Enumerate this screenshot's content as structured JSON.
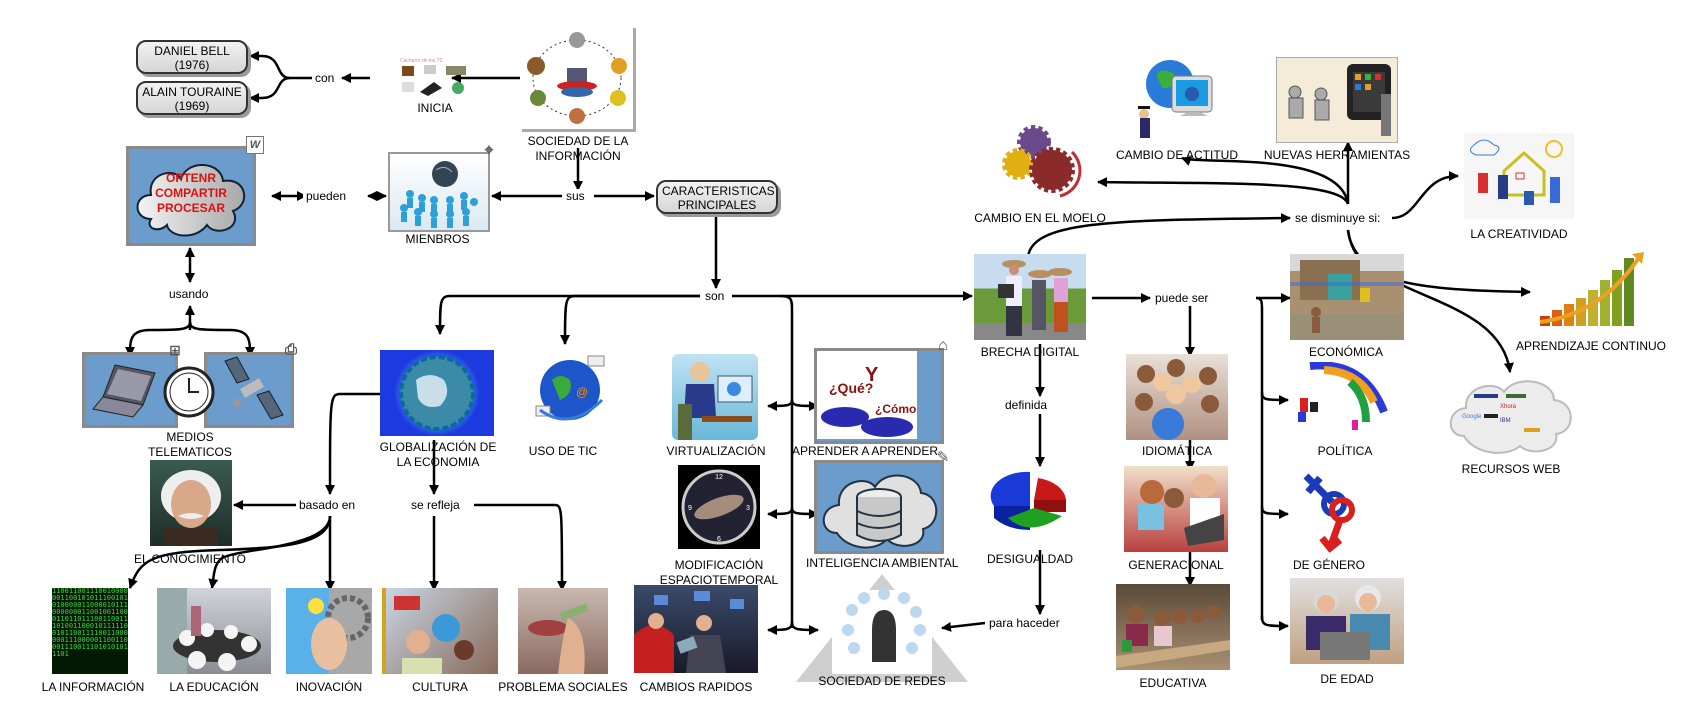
{
  "diagram": {
    "type": "concept-map",
    "nodes": {
      "sociedad_info": {
        "label": "SOCIEDAD DE LA INFORMACIÓN",
        "icon": "network-people-image"
      },
      "inicia": {
        "label": "INICIA",
        "caption": "Cacharro de los 70",
        "icon": "vintage-devices-image"
      },
      "daniel_bell": {
        "label": "DANIEL BELL (1976)"
      },
      "alain_touraine": {
        "label": "ALAIN TOURAINE (1969)"
      },
      "optenr": {
        "lines": [
          "OPTENR",
          "COMPARTIR",
          "PROCESAR"
        ],
        "icon": "cloud-icon",
        "corner_icon": "word-document-icon",
        "corner_text": "W"
      },
      "mienbros": {
        "label": "MIENBROS",
        "icon": "crowd-globe-image",
        "corner_icon": "connection-icon"
      },
      "caracteristicas": {
        "label": "CARACTERISTICAS PRINCIPALES"
      },
      "medios": {
        "label": "MEDIOS TELEMATICOS",
        "icons": [
          "laptop-icon",
          "clock-icon",
          "satellite-icon",
          "printer-icon",
          "org-chart-icon"
        ]
      },
      "globalizacion": {
        "label": "GLOBALIZACIÓN DE LA ECONOMIA",
        "icon": "globe-image"
      },
      "uso_tic": {
        "label": "USO DE TIC",
        "icon": "globe-tic-image"
      },
      "virtualizacion": {
        "label": "VIRTUALIZACIÓN",
        "icon": "person-computer-image"
      },
      "aprender": {
        "label": "APRENDER A APRENDER",
        "icon": "learn-cartoon-image",
        "corner_icon": "house-icon"
      },
      "modificacion": {
        "label": "MODIFICACIÓN ESPACIOTEMPORAL",
        "icon": "galaxy-clock-image"
      },
      "inteligencia": {
        "label": "INTELIGENCIA AMBIENTAL",
        "icon": "cloud-database-icon",
        "corner_icon": "scroll-icon"
      },
      "conocimiento": {
        "label": "EL CONOCIMIENTO",
        "icon": "einstein-image"
      },
      "informacion": {
        "label": "LA INFORMACIÓN",
        "icon": "binary-matrix-image"
      },
      "educacion": {
        "label": "LA EDUCACIÓN",
        "icon": "classroom-image"
      },
      "inovacion": {
        "label": "INOVACIÓN",
        "icon": "innovation-gears-image"
      },
      "cultura": {
        "label": "CULTURA",
        "icon": "culture-collage-image"
      },
      "problemas": {
        "label": "PROBLEMA SOCIALES",
        "icon": "smoking-image"
      },
      "cambios_rapidos": {
        "label": "CAMBIOS RAPIDOS",
        "icon": "stock-exchange-image"
      },
      "sociedad_redes": {
        "label": "SOCIEDAD DE REDES",
        "icon": "social-network-head-image"
      },
      "brecha": {
        "label": "BRECHA DIGITAL",
        "icon": "family-computer-image"
      },
      "desigualdad": {
        "label": "DESIGUALDAD",
        "icon": "pie-chart-icon"
      },
      "cambio_modelo": {
        "label": "CAMBIO EN EL MOELO",
        "icon": "gears-image"
      },
      "cambio_actitud": {
        "label": "CAMBIO DE ACTITUD",
        "icon": "graduate-monitor-image"
      },
      "nuevas_herramientas": {
        "label": "NUEVAS HERRAMIENTAS",
        "icon": "students-tablet-image"
      },
      "creatividad": {
        "label": "LA CREATIVIDAD",
        "icon": "kids-drawing-image"
      },
      "aprendizaje": {
        "label": "APRENDIZAJE CONTINUO",
        "icon": "growth-bar-chart-image"
      },
      "recursos_web": {
        "label": "RECURSOS WEB",
        "icon": "web-logos-cloud-image"
      },
      "idiomatica": {
        "label": "IDIOMÁTICA",
        "icon": "kids-globe-image"
      },
      "generacional": {
        "label": "GENERACIONAL",
        "icon": "grandpa-kids-laptop-image"
      },
      "educativa": {
        "label": "EDUCATIVA",
        "icon": "rural-school-image"
      },
      "economica": {
        "label": "ECONÓMICA",
        "icon": "poverty-house-image"
      },
      "politica": {
        "label": "POLÍTICA",
        "icon": "pawns-crowd-image"
      },
      "genero": {
        "label": "DE GÉNERO",
        "icon": "gender-symbols-icon"
      },
      "edad": {
        "label": "DE EDAD",
        "icon": "elderly-laptop-image"
      }
    },
    "linking_words": {
      "con": "con",
      "sus": "sus",
      "pueden": "pueden",
      "usando": "usando",
      "son": "son",
      "basado_en": "basado en",
      "se_refleja": "se refleja",
      "definida": "definida",
      "para_haceder": "para haceder",
      "puede_ser": "puede ser",
      "se_disminuye": "se disminuye si:"
    },
    "colors": {
      "frame_blue": "#6b9ccc",
      "cloud_text_red": "#e01010",
      "line": "#000000",
      "pill_border": "#333333"
    }
  }
}
